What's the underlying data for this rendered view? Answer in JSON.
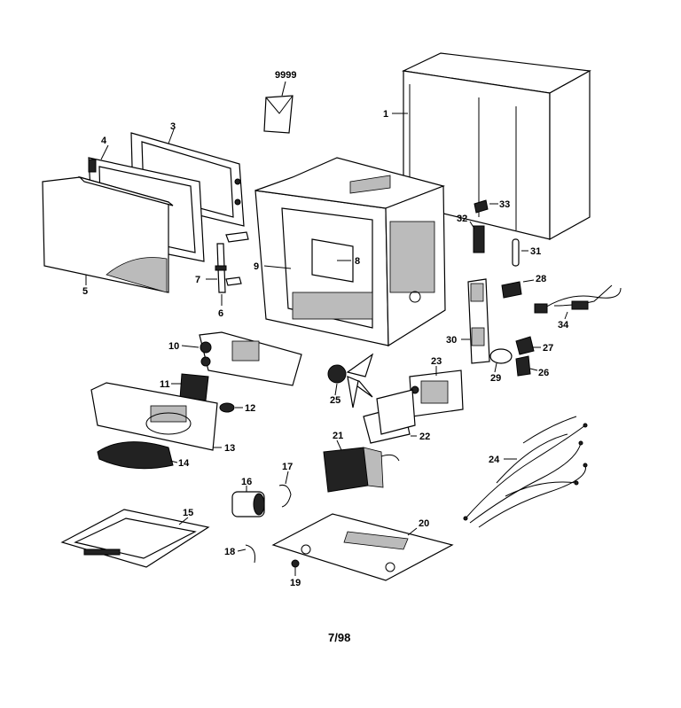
{
  "callouts": {
    "p1": "1",
    "p3": "3",
    "p4": "4",
    "p5": "5",
    "p6": "6",
    "p7": "7",
    "p8": "8",
    "p9": "9",
    "p9999": "9999",
    "p10": "10",
    "p11": "11",
    "p12": "12",
    "p13": "13",
    "p14": "14",
    "p15": "15",
    "p16": "16",
    "p17": "17",
    "p18": "18",
    "p19": "19",
    "p20": "20",
    "p21": "21",
    "p22": "22",
    "p23": "23",
    "p24": "24",
    "p25": "25",
    "p26a": "26",
    "p26b": "26",
    "p27": "27",
    "p28": "28",
    "p29": "29",
    "p30": "30",
    "p31": "31",
    "p32": "32",
    "p33": "33",
    "p34": "34"
  },
  "footer": {
    "date_code": "7/98"
  }
}
